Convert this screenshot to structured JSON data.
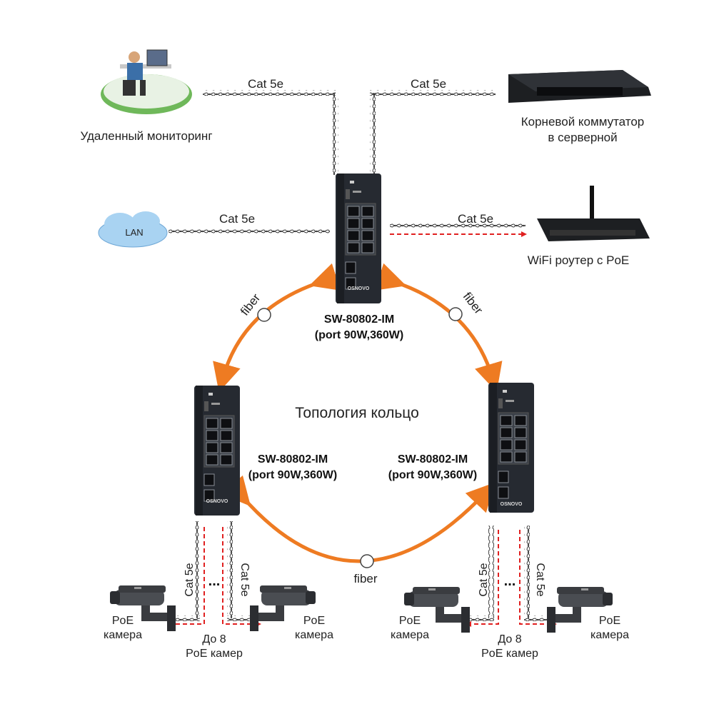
{
  "cable_label": "Cat 5e",
  "nodes": {
    "remote": "Удаленный мониторинг",
    "root_switch": [
      "Корневой коммутатор",
      "в серверной"
    ],
    "lan": "LAN",
    "wifi": "WiFi роутер с PoE"
  },
  "switch_model": "SW-80802-IM",
  "switch_ports": "(port 90W,360W)",
  "brand": "OSNOVO",
  "topology": "Топология кольцо",
  "fiber_label": "fiber",
  "camera_label": [
    "PoE",
    "камера"
  ],
  "max_cameras": [
    "До 8",
    "PoE камер"
  ],
  "ellipsis": "...",
  "colors": {
    "fiber_arrow": "#ee7b22",
    "poe_dashed": "#e02020",
    "cloud": "#a9d3f2",
    "switch_body": "#262a31",
    "green_ring": "#7fbf67"
  }
}
